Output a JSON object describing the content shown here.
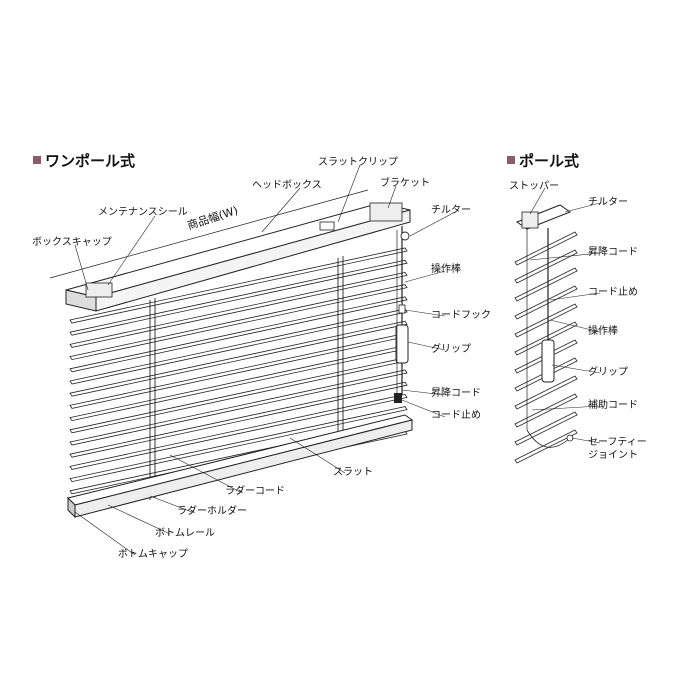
{
  "diagram": {
    "one_pole": {
      "title": "ワンポール式",
      "width_label": "商品幅(W)",
      "labels": {
        "slat_clip": "スラットクリップ",
        "head_box": "ヘッドボックス",
        "bracket": "ブラケット",
        "maintenance_seal": "メンテナンスシール",
        "tilter": "チルター",
        "box_cap": "ボックスキャップ",
        "operating_rod": "操作棒",
        "cord_hook": "コードフック",
        "grip": "グリップ",
        "lift_cord": "昇降コード",
        "cord_stopper": "コード止め",
        "slat": "スラット",
        "ladder_cord": "ラダーコード",
        "ladder_holder": "ラダーホルダー",
        "bottom_rail": "ボトムレール",
        "bottom_cap": "ボトムキャップ"
      }
    },
    "pole": {
      "title": "ポール式",
      "labels": {
        "stopper": "ストッパー",
        "tilter": "チルター",
        "lift_cord": "昇降コード",
        "cord_stopper": "コード止め",
        "operating_rod": "操作棒",
        "grip": "グリップ",
        "aux_cord": "補助コード",
        "safety_joint_1": "セーフティー",
        "safety_joint_2": "ジョイント"
      }
    }
  }
}
